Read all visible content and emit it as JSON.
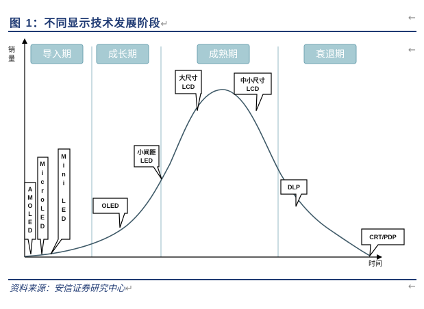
{
  "figure": {
    "title_prefix": "图",
    "title_number": "1",
    "title_text": "：不同显示技术发展阶段",
    "return_symbol": "↵",
    "arrow_symbol": "←",
    "source": "资料来源：安信证券研究中心"
  },
  "axes": {
    "y_label": [
      "销",
      "量"
    ],
    "x_label": "时间"
  },
  "phases": [
    {
      "label": "导入期"
    },
    {
      "label": "成长期"
    },
    {
      "label": "成熟期"
    },
    {
      "label": "衰退期"
    }
  ],
  "callouts": [
    {
      "id": "amoled",
      "lines": [
        "A",
        "M",
        "O",
        "L",
        "E",
        "D"
      ]
    },
    {
      "id": "microled",
      "lines": [
        "M",
        "i",
        "c",
        "r",
        "o",
        "L",
        "E",
        "D"
      ]
    },
    {
      "id": "minled",
      "lines": [
        "M",
        "i",
        "n",
        "i",
        "",
        "L",
        "E",
        "D"
      ]
    },
    {
      "id": "oled",
      "lines": [
        "OLED"
      ]
    },
    {
      "id": "small-pitch",
      "lines": [
        "小间距",
        "LED"
      ]
    },
    {
      "id": "large-lcd",
      "lines": [
        "大尺寸",
        "LCD"
      ]
    },
    {
      "id": "mid-small-lcd",
      "lines": [
        "中小尺寸",
        "LCD"
      ]
    },
    {
      "id": "dlp",
      "lines": [
        "DLP"
      ]
    },
    {
      "id": "crt-pdp",
      "lines": [
        "CRT/PDP"
      ]
    }
  ],
  "colors": {
    "title_blue": "#1f3a73",
    "phase_fill": "#a7cbd3",
    "phase_border": "#6fa3b2",
    "curve": "#3f5a68",
    "divider": "#b9d1d8"
  }
}
